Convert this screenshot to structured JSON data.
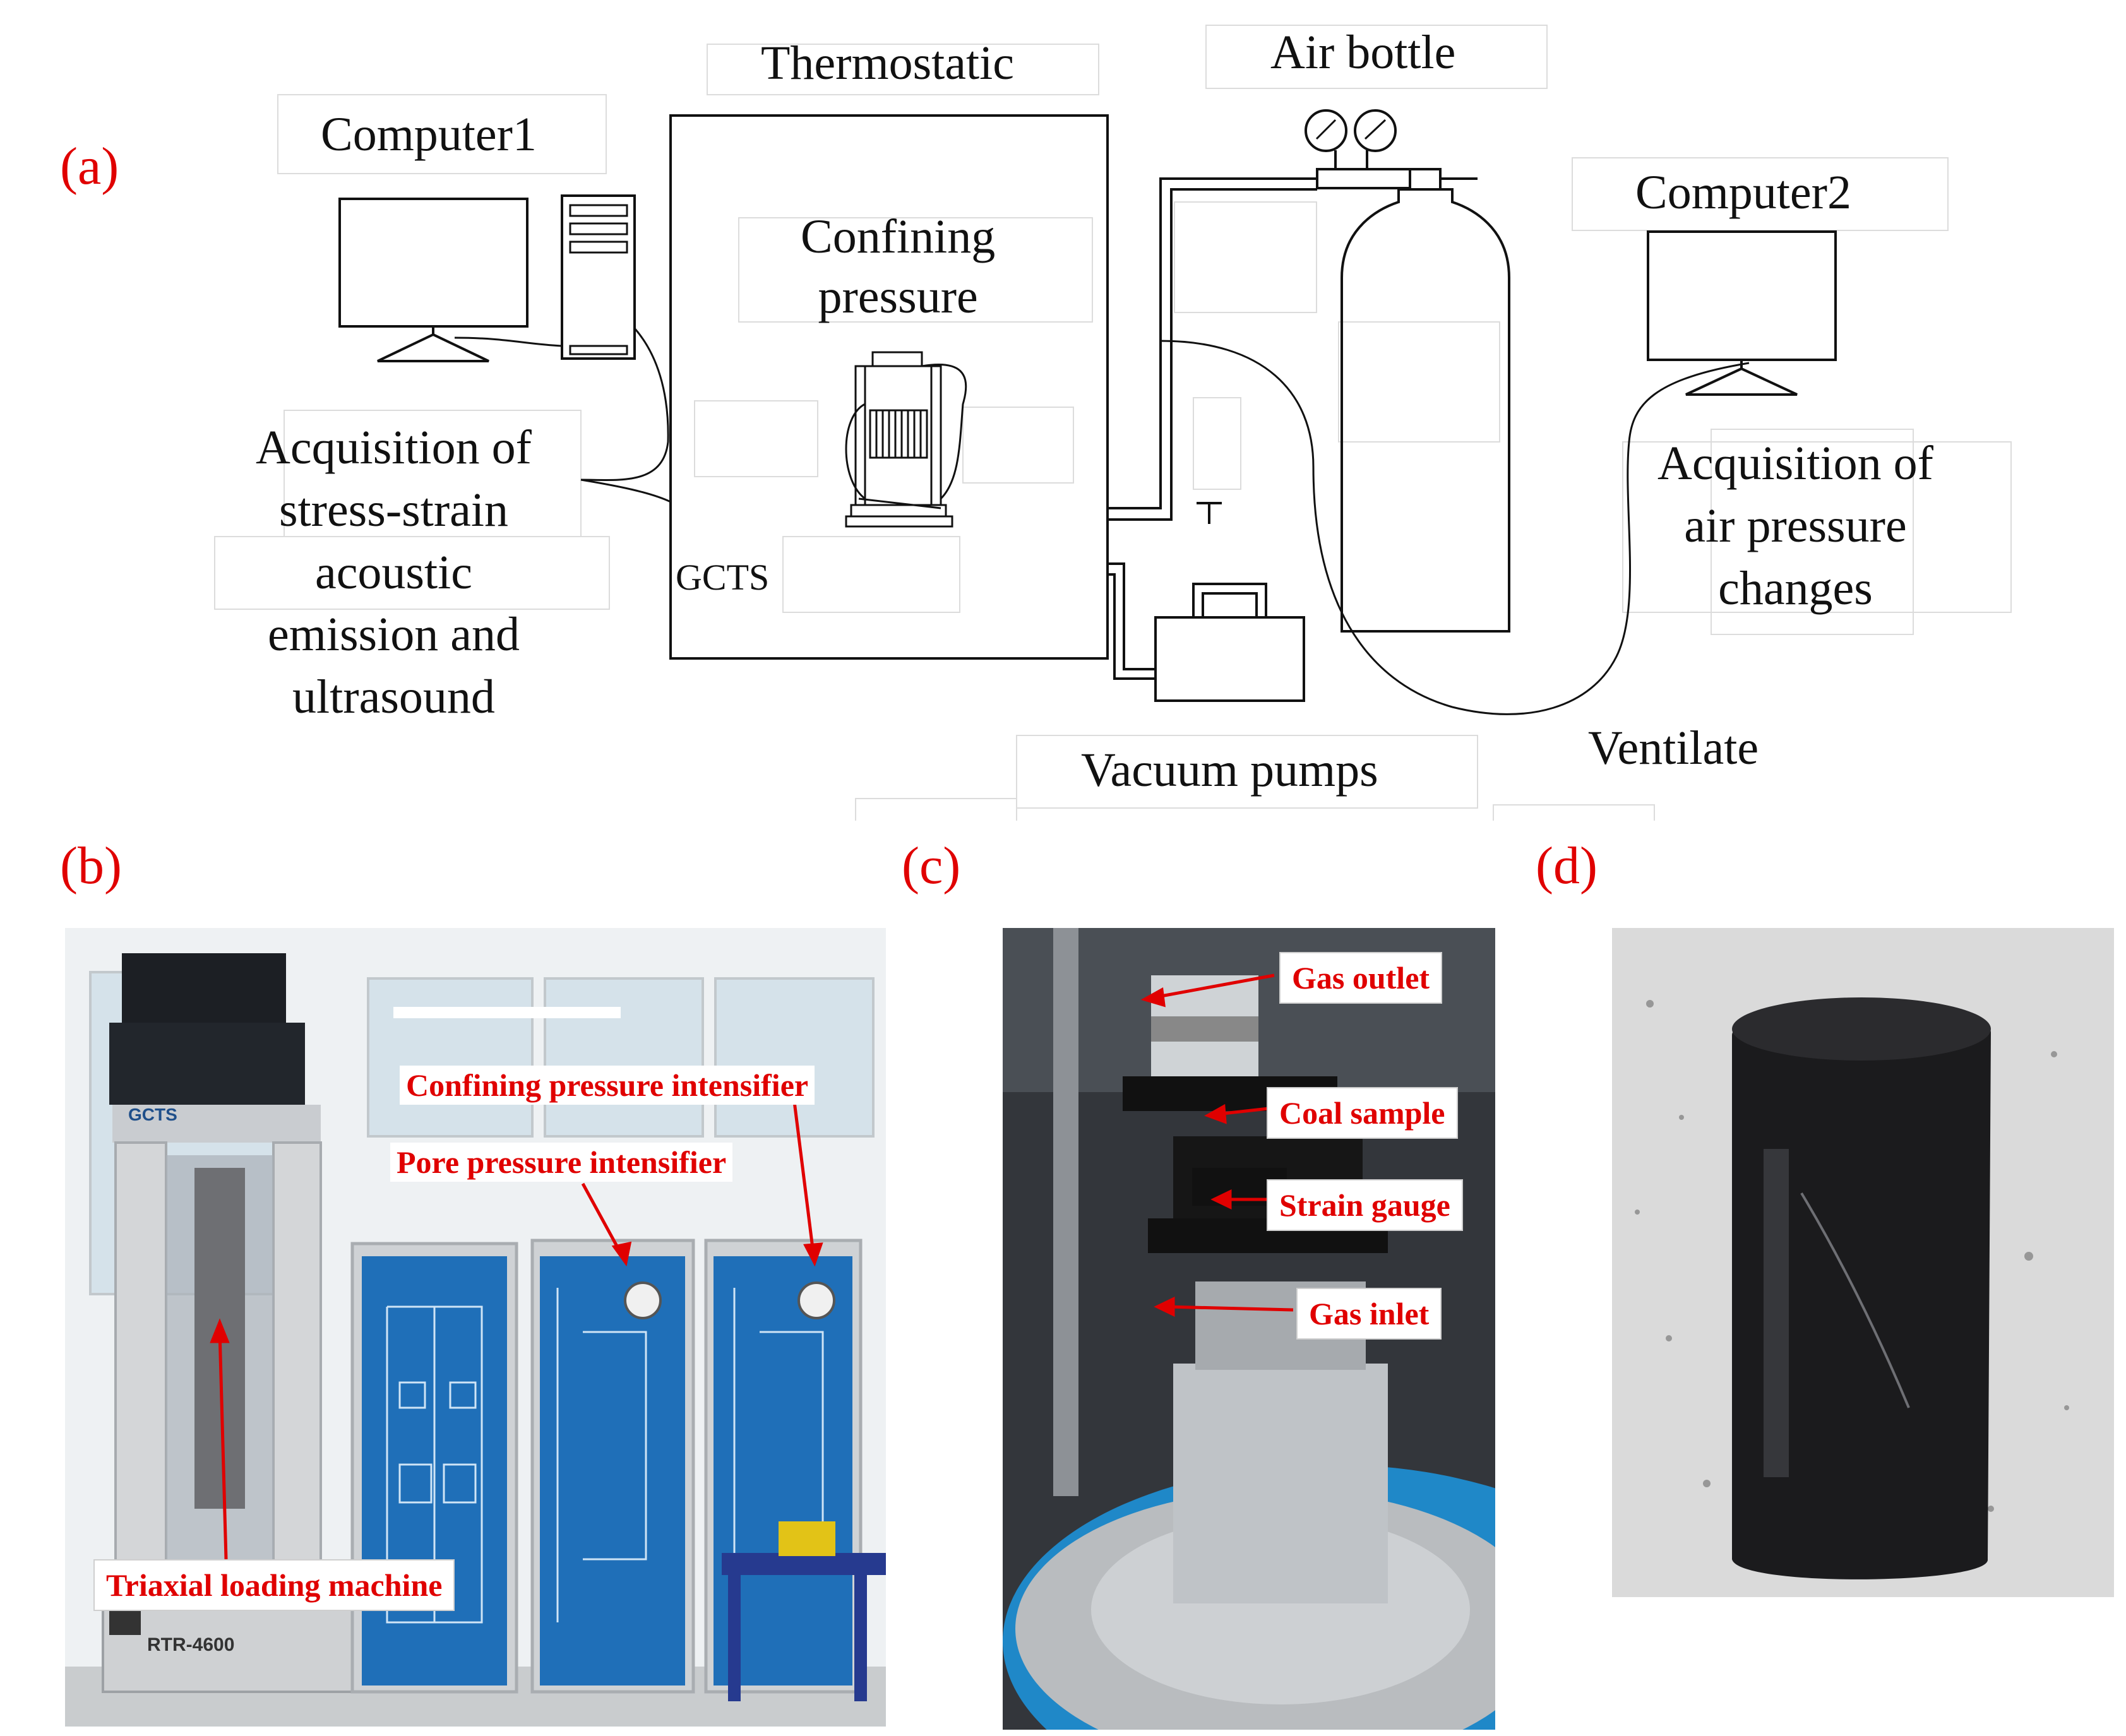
{
  "panels": {
    "a": "(a)",
    "b": "(b)",
    "c": "(c)",
    "d": "(d)"
  },
  "diagram": {
    "thermostatic": "Thermostatic",
    "air_bottle": "Air bottle",
    "computer1": "Computer1",
    "computer2": "Computer2",
    "confining_line1": "Confining",
    "confining_line2": "pressure",
    "gcts": "GCTS",
    "acq_left": [
      "Acquisition of",
      "stress-strain",
      "acoustic",
      "emission and",
      "ultrasound"
    ],
    "acq_right": [
      "Acquisition of",
      "air pressure",
      "changes"
    ],
    "vacuum_pumps": "Vacuum pumps",
    "ventilate": "Ventilate"
  },
  "photo_b": {
    "confining_intensifier": "Confining pressure intensifier",
    "pore_intensifier": "Pore pressure intensifier",
    "triaxial": "Triaxial loading machine",
    "brand": "GCTS",
    "model": "RTR-4600"
  },
  "photo_c": {
    "gas_outlet": "Gas outlet",
    "coal_sample": "Coal sample",
    "strain_gauge": "Strain gauge",
    "gas_inlet": "Gas inlet"
  },
  "colors": {
    "label_red": "#e00000",
    "panel_blue": "#1f6fb8",
    "coal_black": "#1b1b1d"
  }
}
